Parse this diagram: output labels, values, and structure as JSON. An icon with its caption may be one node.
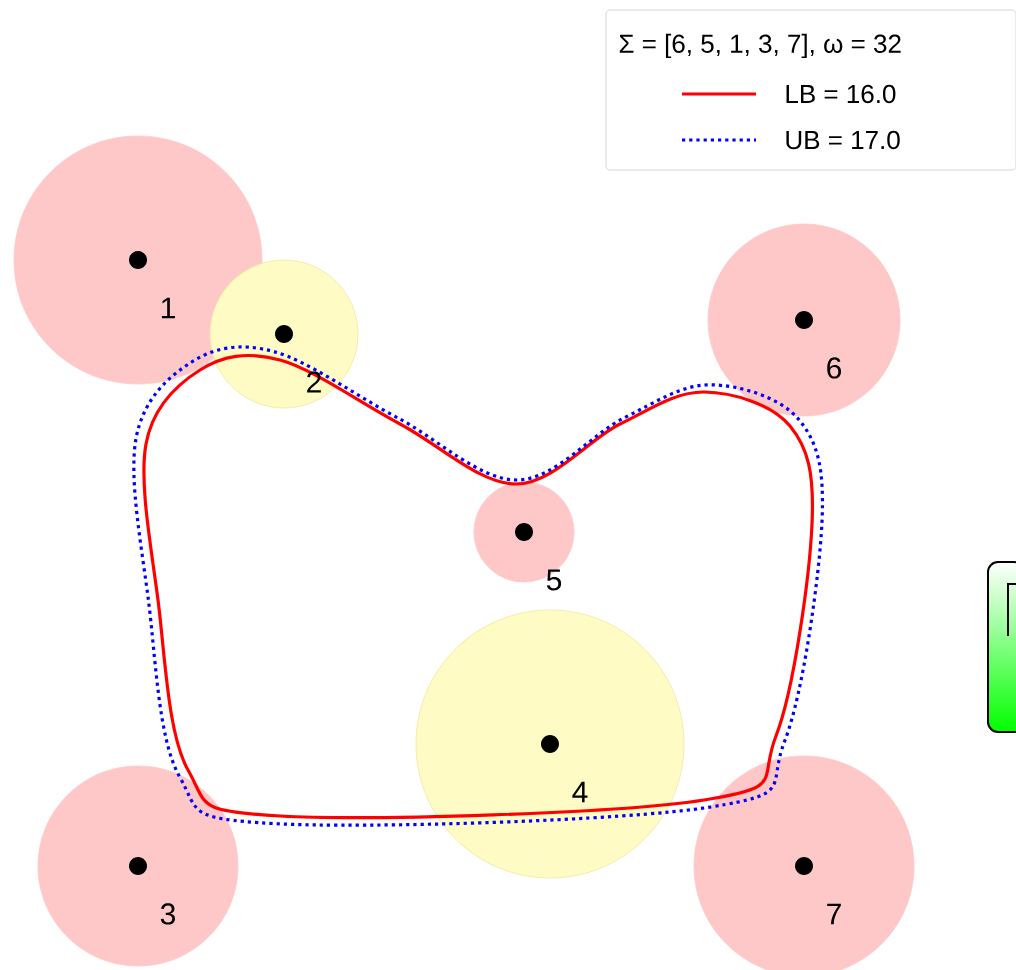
{
  "diagram": {
    "nodes": [
      {
        "text": [
          "1"
        ]
      },
      {
        "text": [
          "6"
        ]
      },
      {
        "text": [
          "2"
        ]
      },
      {
        "text": [
          "5"
        ]
      },
      {
        "text": [
          "4"
        ]
      },
      {
        "text": [
          "3"
        ]
      },
      {
        "text": [
          "7"
        ]
      }
    ],
    "labels": [
      "Σ = [6, 5, 1, 3, 7], ω = 32"
    ],
    "legend": [
      {
        "text": "LB = 16.0"
      },
      {
        "text": "UB = 17.0"
      }
    ]
  }
}
